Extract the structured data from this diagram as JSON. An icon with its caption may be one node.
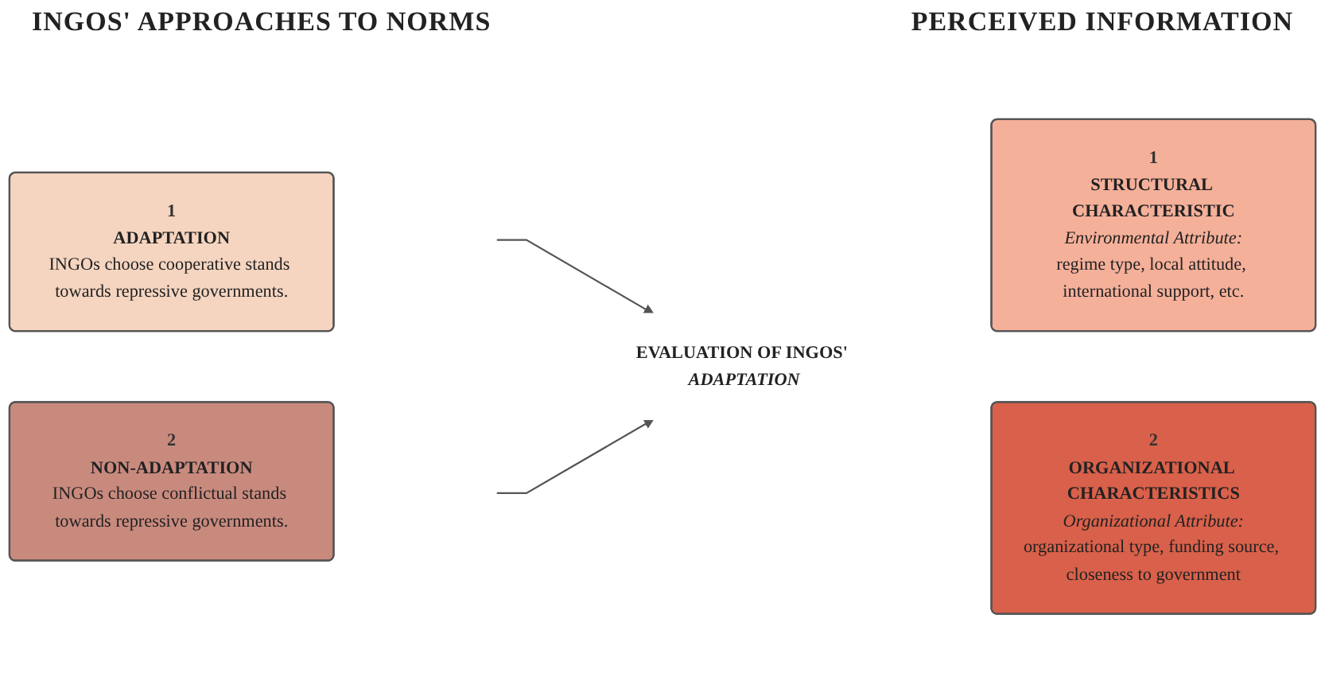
{
  "diagram": {
    "nodes": [
      {
        "text": [
          "1",
          "ADAPTATION",
          "INGOs choose cooperative stands towards repressive governments."
        ]
      },
      {
        "text": [
          "2",
          "NON-ADAPTATION",
          "INGOs choose conflictual stands towards repressive governments."
        ]
      },
      {
        "text": [
          "1",
          "STRUCTURAL CHARACTERISTIC",
          "Environmental Attribute:",
          "regime type, local attitude, international support, etc."
        ]
      },
      {
        "text": [
          "2",
          "ORGANIZATIONAL CHARACTERISTICS",
          "Organizational Attribute:",
          "organizational type, funding source, closeness to government"
        ]
      },
      {
        "text": [
          "EVALUATION OF INGOS' *ADAPTATION*"
        ]
      }
    ],
    "edges": [
      {
        "from": null,
        "to": 4,
        "arrow": "to"
      },
      {
        "from": null,
        "to": 4,
        "arrow": "to"
      }
    ],
    "labels": [
      "INGOS' APPROACHES TO NORMS",
      "PERCEIVED INFORMATION"
    ]
  }
}
